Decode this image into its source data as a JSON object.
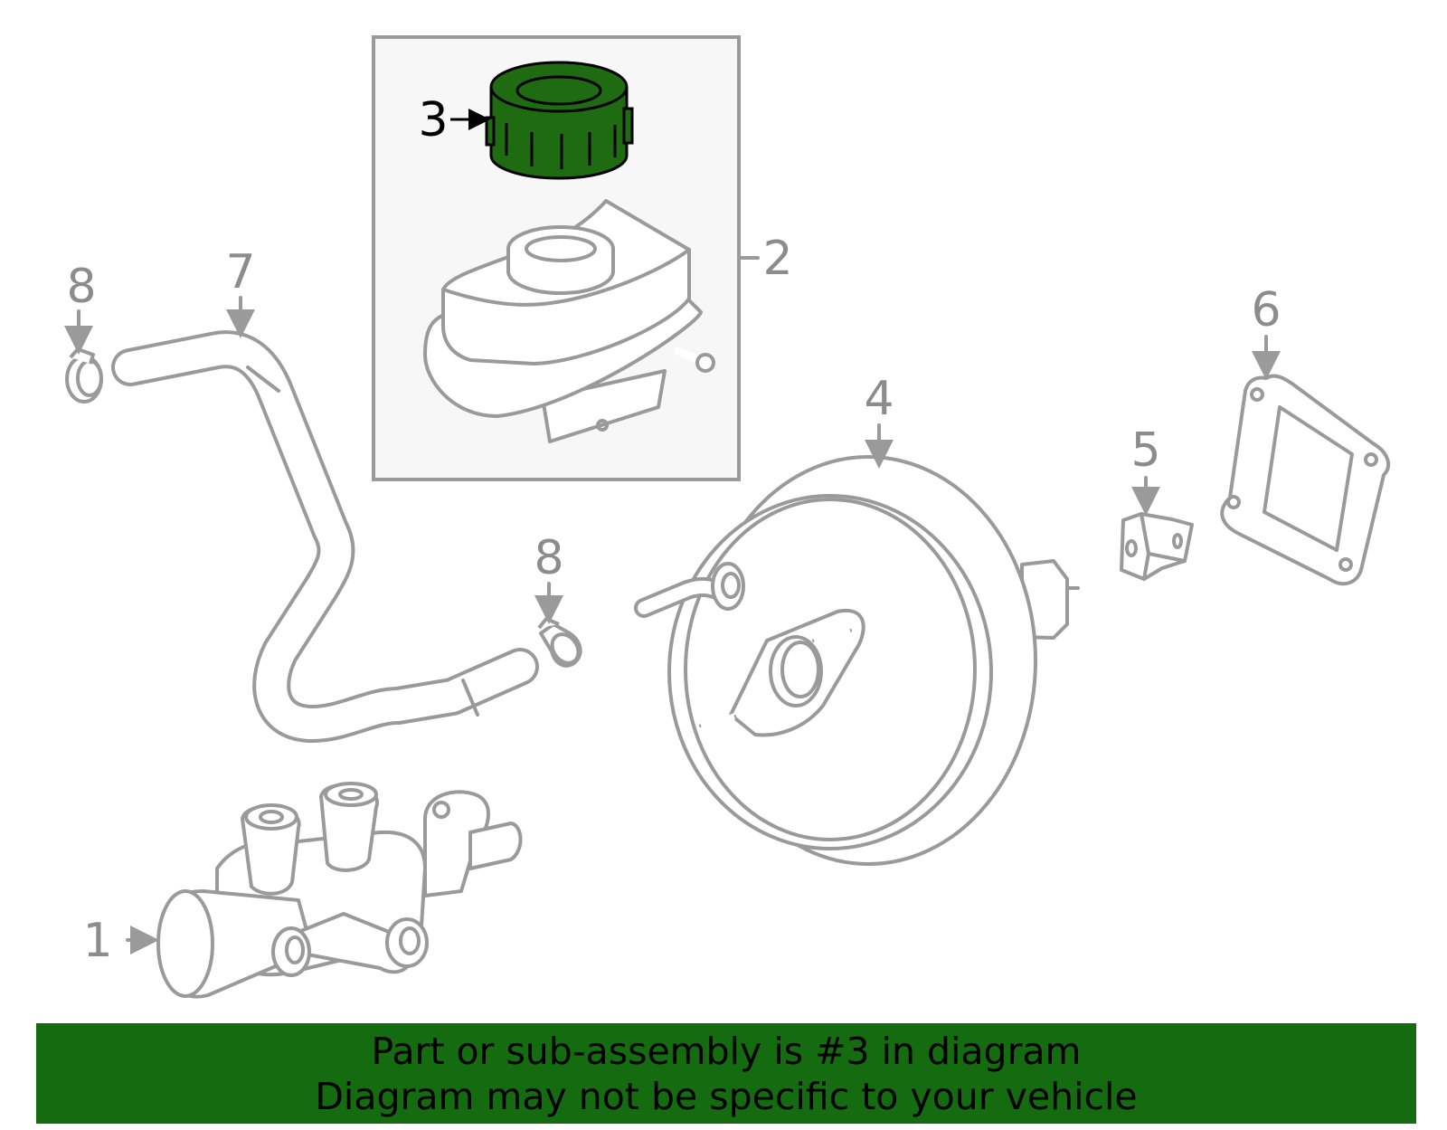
{
  "callouts": {
    "c1": "1",
    "c2": "2",
    "c3": "3",
    "c4": "4",
    "c5": "5",
    "c6": "6",
    "c7": "7",
    "c8a": "8",
    "c8b": "8"
  },
  "highlight": {
    "part": "3",
    "color": "#1f6b12"
  },
  "banner": {
    "line1": "Part or sub-assembly is #3 in diagram",
    "line2": "Diagram may not be specific to your vehicle",
    "color": "#156b0f"
  }
}
